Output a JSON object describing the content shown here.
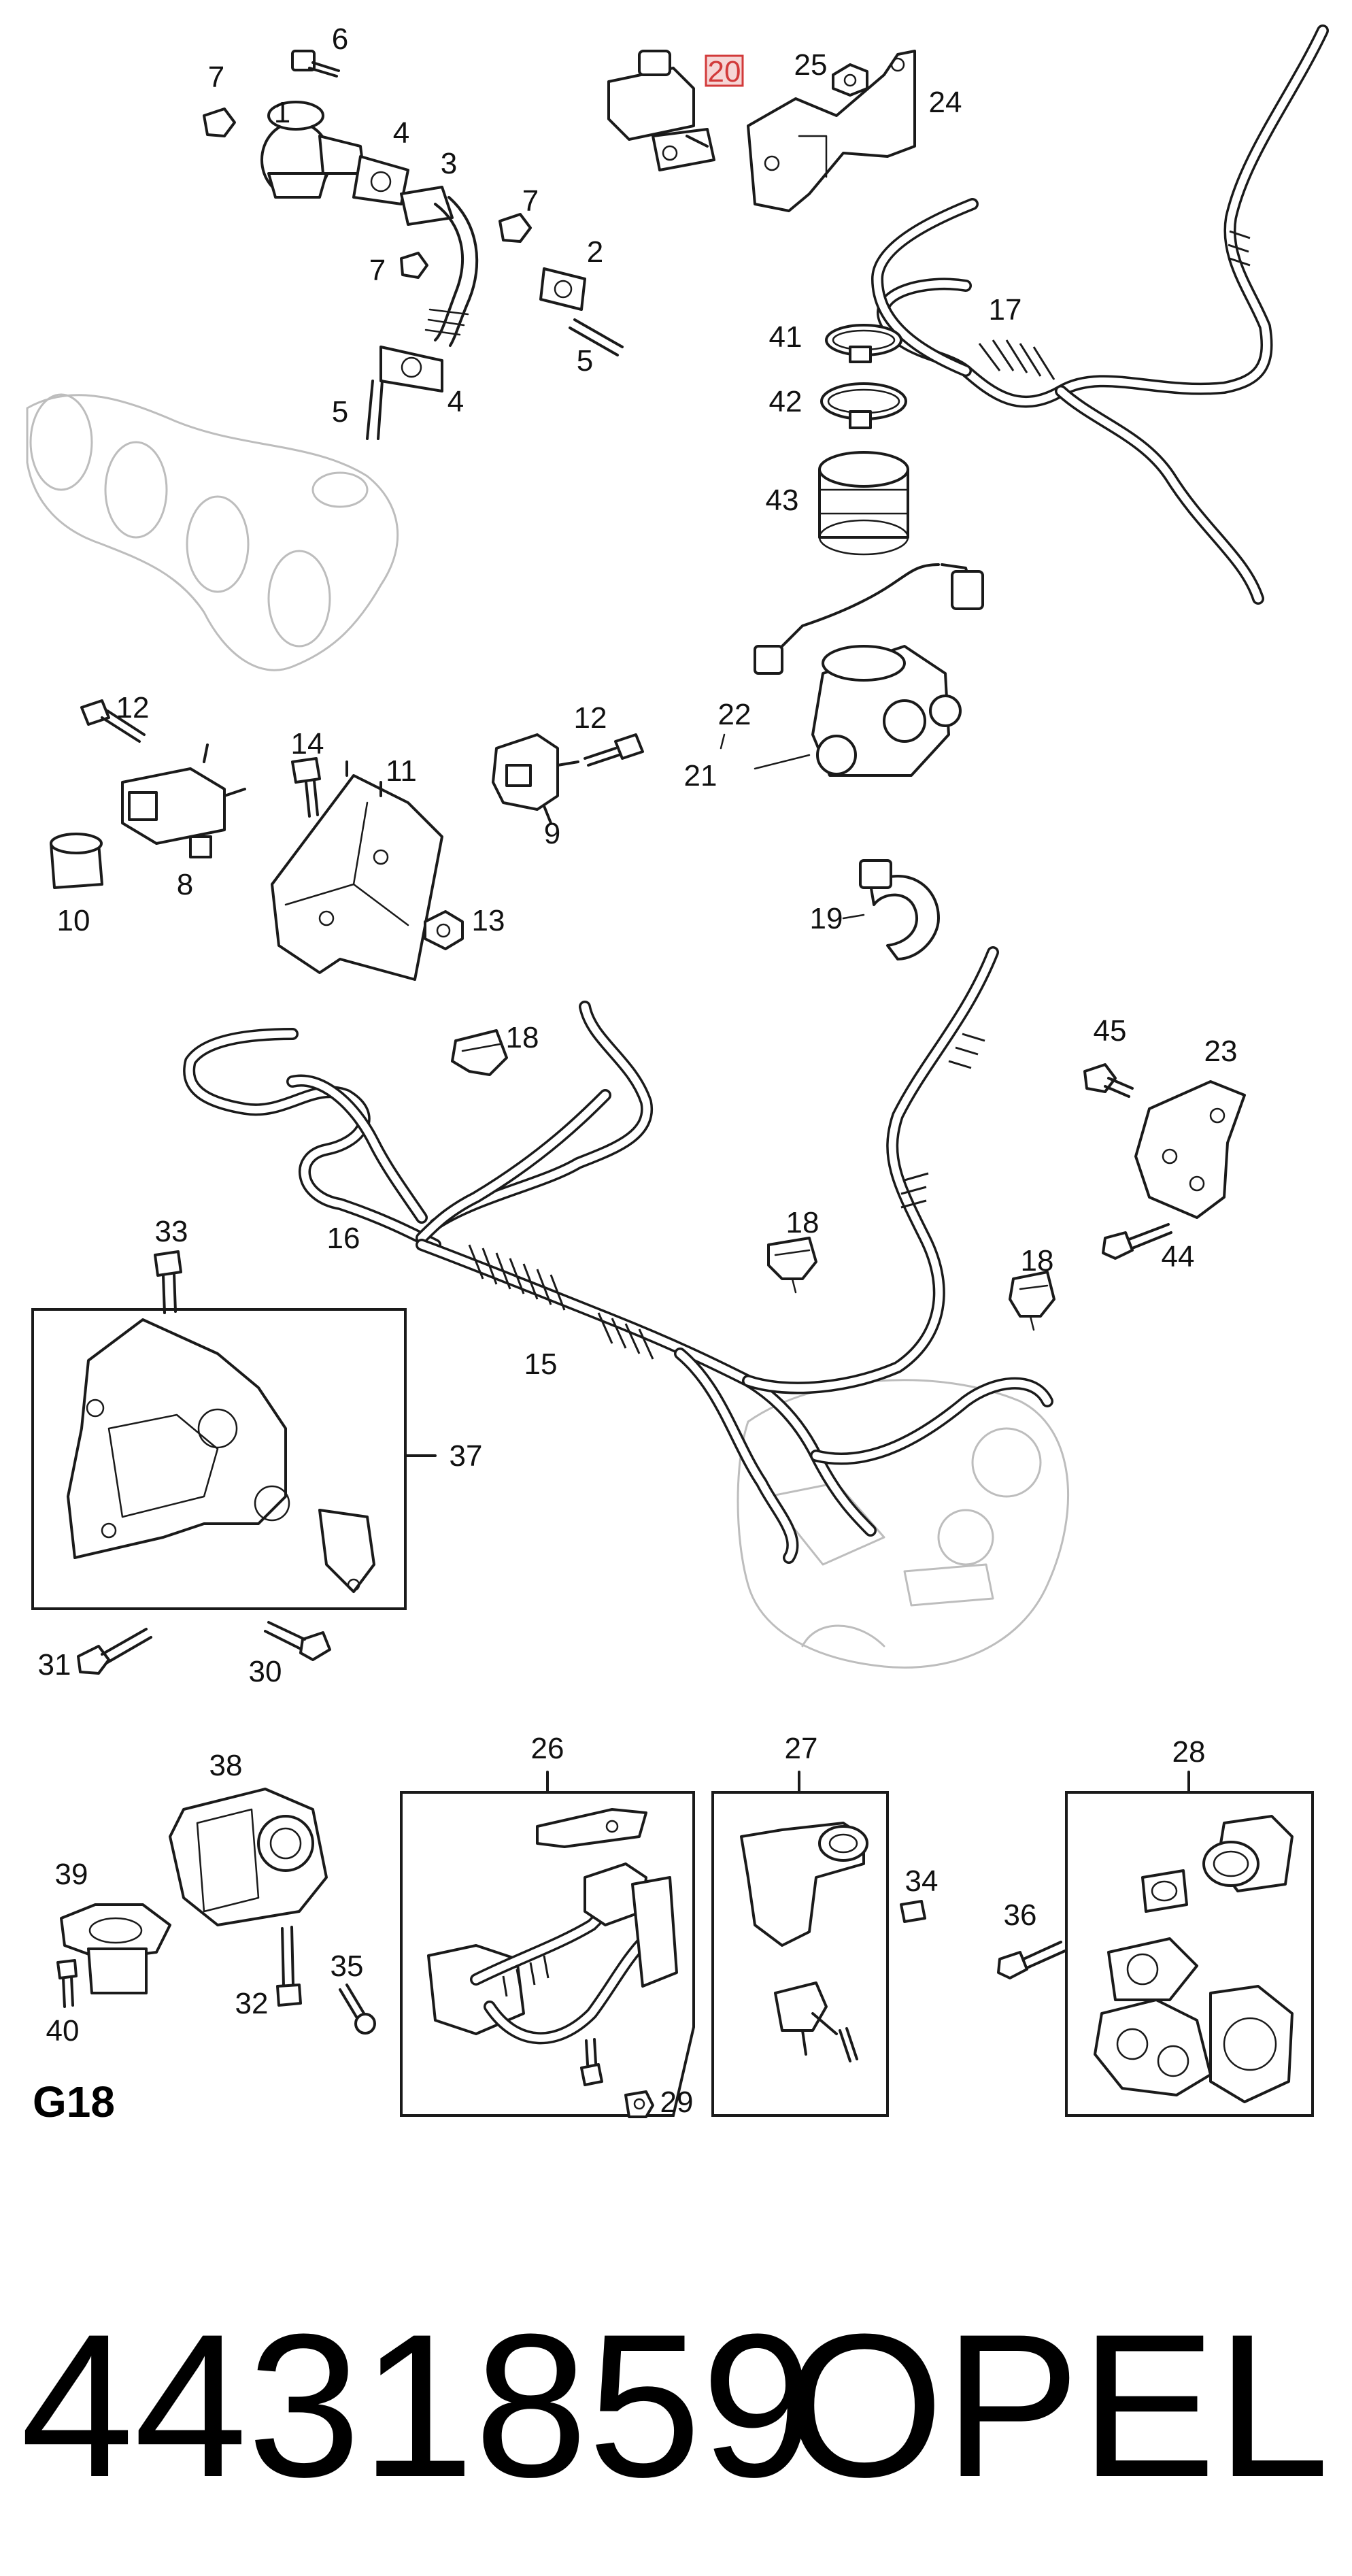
{
  "diagram": {
    "section_code": "G18",
    "part_number": "4431859",
    "brand": "OPEL",
    "highlighted_callout": "20",
    "highlight_color": "#d23a3a",
    "callouts": [
      "1",
      "2",
      "3",
      "4",
      "4",
      "5",
      "5",
      "6",
      "7",
      "7",
      "7",
      "8",
      "9",
      "10",
      "11",
      "12",
      "12",
      "13",
      "14",
      "15",
      "16",
      "17",
      "18",
      "18",
      "18",
      "19",
      "20",
      "21",
      "22",
      "23",
      "24",
      "25",
      "26",
      "27",
      "28",
      "29",
      "30",
      "31",
      "32",
      "33",
      "34",
      "35",
      "36",
      "37",
      "38",
      "39",
      "40",
      "41",
      "42",
      "43",
      "44",
      "45"
    ]
  }
}
